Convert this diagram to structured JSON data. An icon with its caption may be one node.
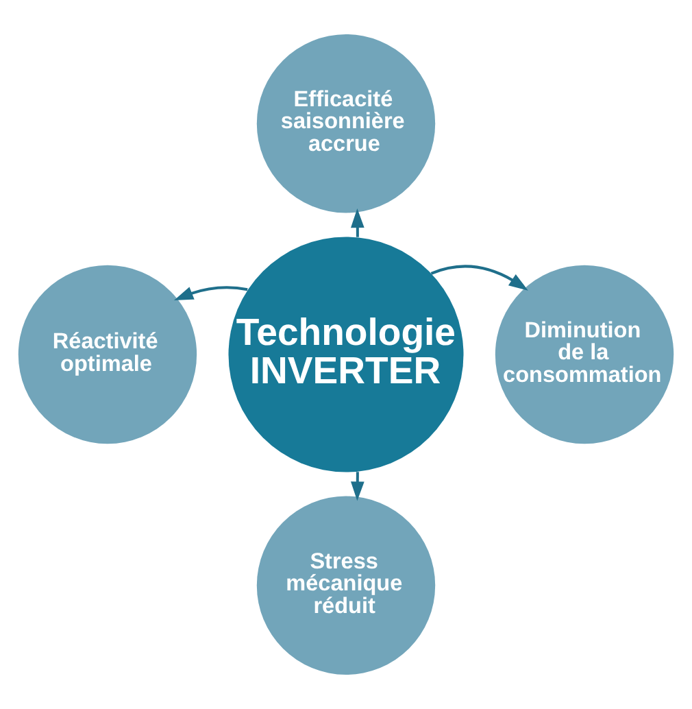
{
  "diagram": {
    "nodes": [
      {
        "text": [
          "Efficacité saisonnière accrue"
        ]
      },
      {
        "text": [
          "Réactivité optimale"
        ]
      },
      {
        "text": [
          "Technologie INVERTER"
        ]
      },
      {
        "text": [
          "Diminution de la consommation"
        ]
      },
      {
        "text": [
          "Stress mécanique réduit"
        ]
      }
    ],
    "edges": [
      {
        "from": 2,
        "to": 0,
        "arrow": "to"
      },
      {
        "from": 2,
        "to": 3,
        "arrow": "to"
      },
      {
        "from": 2,
        "to": 4,
        "arrow": "to"
      },
      {
        "from": 2,
        "to": 1,
        "arrow": "to"
      }
    ]
  }
}
